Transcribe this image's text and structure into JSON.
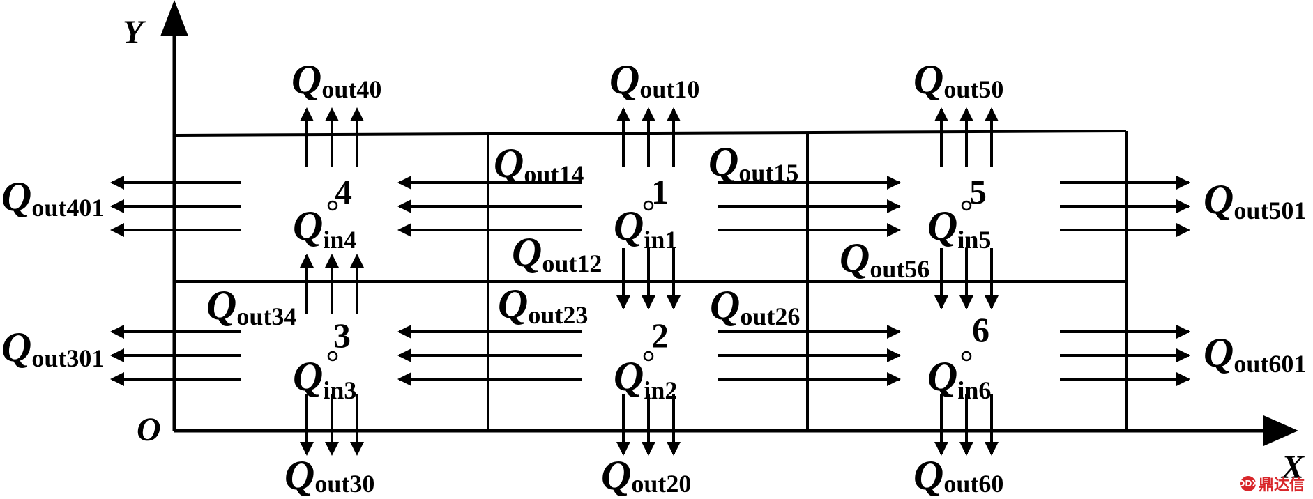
{
  "axes": {
    "x": "X",
    "y": "Y",
    "origin": "O"
  },
  "cells": [
    {
      "num": "4",
      "q": "Q",
      "sub": "in4"
    },
    {
      "num": "1",
      "q": "Q",
      "sub": "in1"
    },
    {
      "num": "5",
      "q": "Q",
      "sub": "in5"
    },
    {
      "num": "3",
      "q": "Q",
      "sub": "in3"
    },
    {
      "num": "2",
      "q": "Q",
      "sub": "in2"
    },
    {
      "num": "6",
      "q": "Q",
      "sub": "in6"
    }
  ],
  "flows": [
    {
      "q": "Q",
      "sub": "out40"
    },
    {
      "q": "Q",
      "sub": "out10"
    },
    {
      "q": "Q",
      "sub": "out50"
    },
    {
      "q": "Q",
      "sub": "out401"
    },
    {
      "q": "Q",
      "sub": "out14"
    },
    {
      "q": "Q",
      "sub": "out15"
    },
    {
      "q": "Q",
      "sub": "out501"
    },
    {
      "q": "Q",
      "sub": "out12"
    },
    {
      "q": "Q",
      "sub": "out56"
    },
    {
      "q": "Q",
      "sub": "out34"
    },
    {
      "q": "Q",
      "sub": "out23"
    },
    {
      "q": "Q",
      "sub": "out26"
    },
    {
      "q": "Q",
      "sub": "out301"
    },
    {
      "q": "Q",
      "sub": "out601"
    },
    {
      "q": "Q",
      "sub": "out30"
    },
    {
      "q": "Q",
      "sub": "out20"
    },
    {
      "q": "Q",
      "sub": "out60"
    }
  ],
  "watermark": {
    "logo": "DDX",
    "text": "鼎达信"
  }
}
